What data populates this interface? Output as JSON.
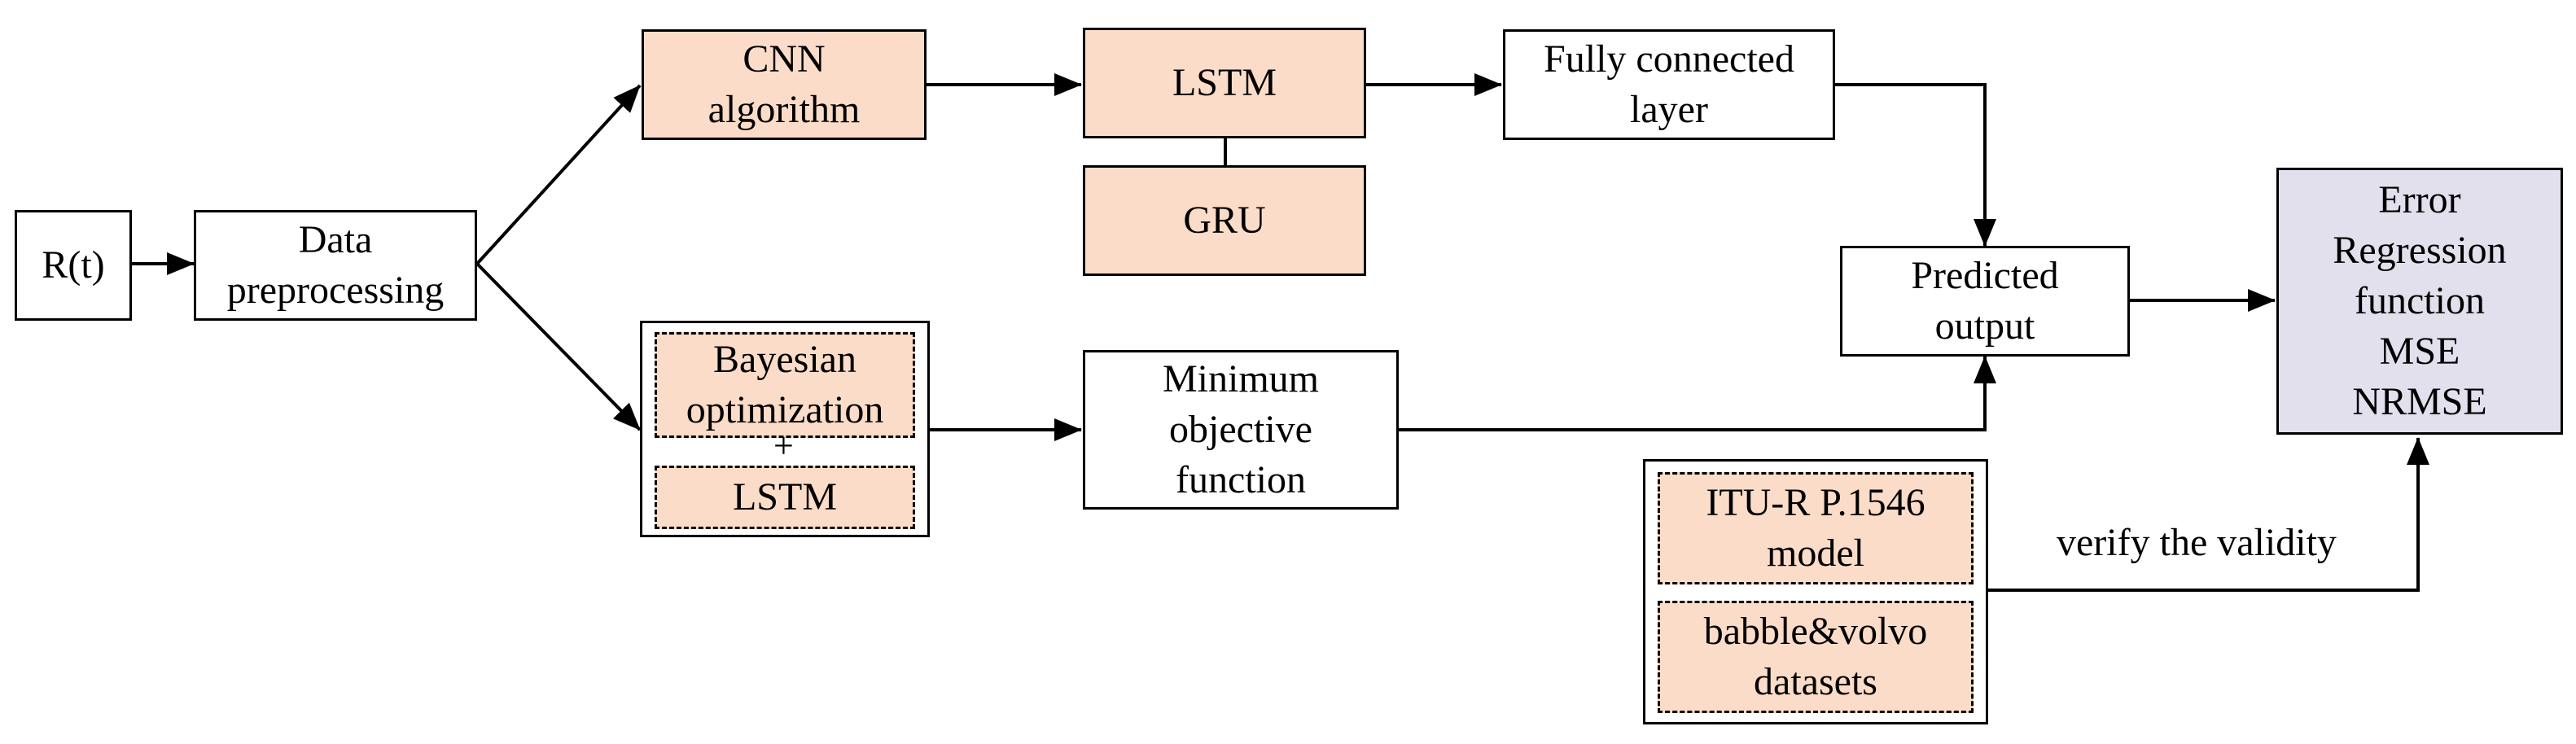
{
  "nodes": {
    "r_t": "R(t)",
    "data_preprocessing": "Data\npreprocessing",
    "cnn": "CNN\nalgorithm",
    "lstm_top": "LSTM",
    "gru": "GRU",
    "fully_connected": "Fully connected\nlayer",
    "bayesian": "Bayesian\noptimization",
    "plus": "+",
    "lstm_bottom": "LSTM",
    "minimum_objective": "Minimum\nobjective\nfunction",
    "predicted_output": "Predicted\noutput",
    "error_regression": "Error\nRegression\nfunction\nMSE\nNRMSE",
    "itu_model": "ITU-R P.1546\nmodel",
    "babble_volvo": "babble&volvo\ndatasets"
  },
  "edge_labels": {
    "verify": "verify the validity"
  },
  "colors": {
    "peach_fill": "#fbdcc9",
    "lavender_fill": "#e2e0ec",
    "stroke": "#000000"
  }
}
